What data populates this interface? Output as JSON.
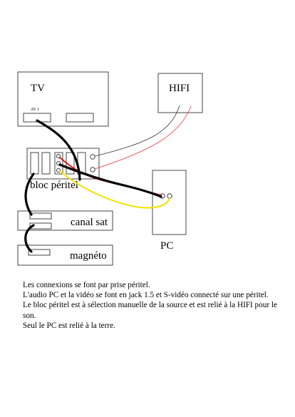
{
  "diagram": {
    "devices": {
      "tv": {
        "label": "TV",
        "port_label": "AV 1"
      },
      "hifi": {
        "label": "HIFI"
      },
      "bloc": {
        "label": "bloc péritel"
      },
      "canal": {
        "label": "canal sat"
      },
      "magneto": {
        "label": "magnéto"
      },
      "pc": {
        "label": "PC"
      }
    },
    "cable_colors": {
      "black": "#000000",
      "red": "#dd0000",
      "yellow": "#f2e200",
      "thin_black": "#333333",
      "thin_red": "#e04040"
    }
  },
  "notes": [
    "Les connexions se font par prise péritel.",
    "L'audio PC et  la vidéo se font en jack 1.5 et  S-vidéo connecté sur une péritel.",
    "Le bloc péritel est à sélection manuelle de la source et est relié à la HIFI pour le son.",
    "Seul le PC est relié à la terre."
  ]
}
